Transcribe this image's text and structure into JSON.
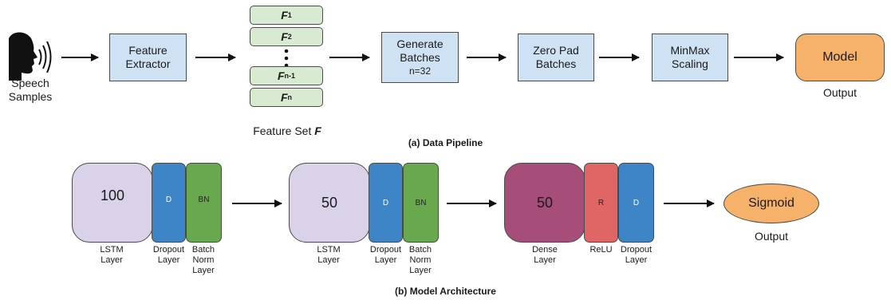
{
  "pipeline": {
    "speech_label": "Speech\nSamples",
    "feature_extractor": "Feature\nExtractor",
    "features": [
      {
        "main": "F",
        "sub": "1"
      },
      {
        "main": "F",
        "sub": "2"
      },
      {
        "main": "F",
        "sub": "n-1"
      },
      {
        "main": "F",
        "sub": "n"
      }
    ],
    "feature_set_label": "Feature Set ",
    "feature_set_symbol": "F",
    "generate_batches": "Generate\nBatches",
    "batch_size": "n=32",
    "zero_pad": "Zero Pad\nBatches",
    "minmax": "MinMax\nScaling",
    "model": "Model",
    "output": "Output",
    "caption": "(a) Data Pipeline"
  },
  "architecture": {
    "block1": {
      "units": "100",
      "d": "D",
      "bn": "BN",
      "lbl_main": "LSTM\nLayer",
      "lbl_d": "Dropout\nLayer",
      "lbl_bn": "Batch\nNorm\nLayer"
    },
    "block2": {
      "units": "50",
      "d": "D",
      "bn": "BN",
      "lbl_main": "LSTM\nLayer",
      "lbl_d": "Dropout\nLayer",
      "lbl_bn": "Batch\nNorm\nLayer"
    },
    "block3": {
      "units": "50",
      "r": "R",
      "d": "D",
      "lbl_main": "Dense\nLayer",
      "lbl_r": "ReLU",
      "lbl_d": "Dropout\nLayer"
    },
    "sigmoid": "Sigmoid",
    "output": "Output",
    "caption": "(b) Model Architecture"
  },
  "colors": {
    "stage_box": "#cfe2f3",
    "feature_box": "#d9ead3",
    "model": "#f6b26b",
    "lstm": "#d9d2e9",
    "dense": "#a64d79",
    "dropout": "#3d85c6",
    "batchnorm": "#6aa84f",
    "relu": "#e06666"
  },
  "icons": {
    "speaker": "speaking-head-icon"
  }
}
